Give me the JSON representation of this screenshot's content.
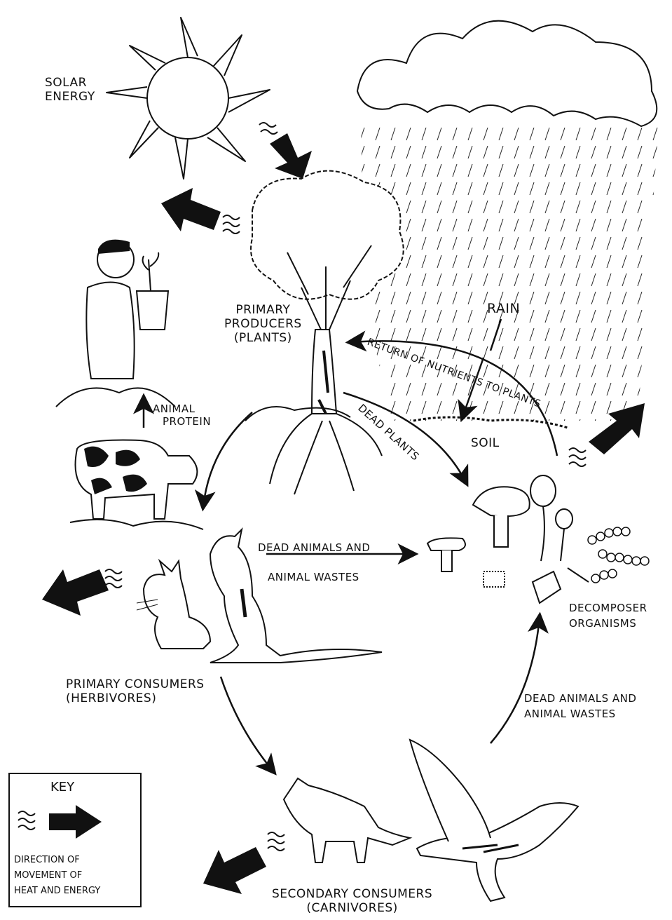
{
  "labels": {
    "solar": [
      "SOLAR",
      "ENERGY"
    ],
    "primary_producers": [
      "PRIMARY",
      "PRODUCERS",
      "(PLANTS)"
    ],
    "rain": "RAIN",
    "return_nutrients": "RETURN OF NUTRIENTS TO PLANTS",
    "dead_plants": "DEAD PLANTS",
    "soil": "SOIL",
    "animal_protein": [
      "ANIMAL",
      "PROTEIN"
    ],
    "dead_animals_1": [
      "DEAD ANIMALS AND",
      "ANIMAL WASTES"
    ],
    "dead_animals_2": [
      "DEAD ANIMALS AND",
      "ANIMAL WASTES"
    ],
    "decomposer": [
      "DECOMPOSER",
      "ORGANISMS"
    ],
    "primary_consumers": [
      "PRIMARY CONSUMERS",
      "(HERBIVORES)"
    ],
    "secondary_consumers": [
      "SECONDARY CONSUMERS",
      "(CARNIVORES)"
    ]
  },
  "key": {
    "title": "KEY",
    "description": [
      "DIRECTION OF",
      "MOVEMENT OF",
      "HEAT AND ENERGY"
    ]
  }
}
